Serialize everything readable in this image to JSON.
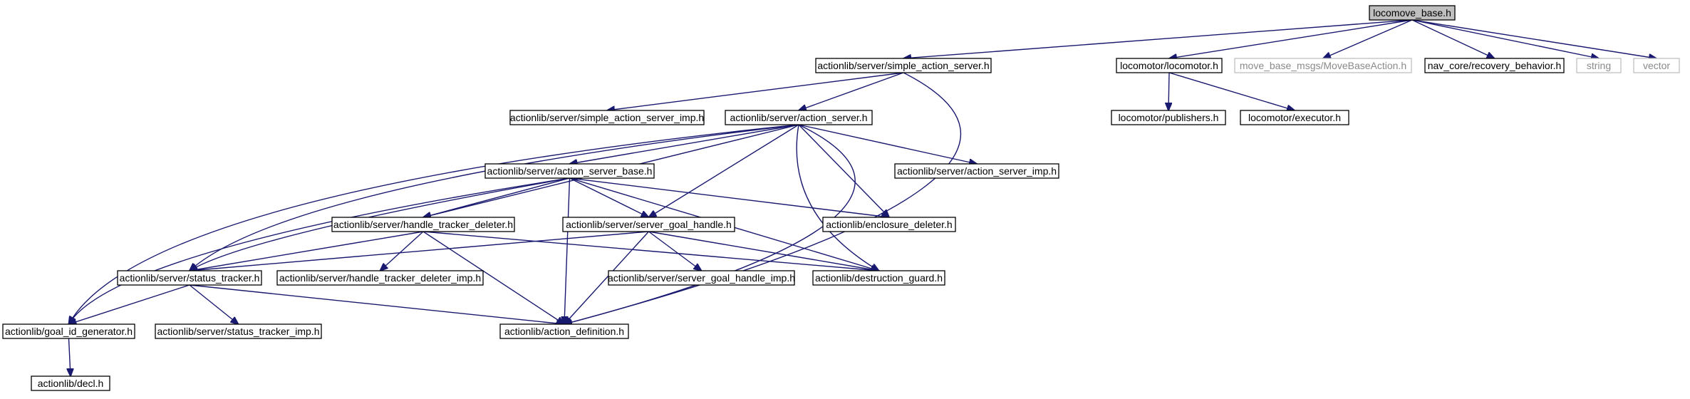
{
  "colors": {
    "edge": "#191970",
    "root_fill": "#bfbfbf",
    "node_border": "#000000",
    "external_border": "#bfbfbf",
    "external_text": "#8a8a8a"
  },
  "nodes": [
    {
      "id": "locomove_base_h",
      "label": "locomove_base.h",
      "kind": "root"
    },
    {
      "id": "simple_action_server_h",
      "label": "actionlib/server/simple_action_server.h",
      "kind": "normal"
    },
    {
      "id": "locomotor_h",
      "label": "locomotor/locomotor.h",
      "kind": "normal"
    },
    {
      "id": "move_base_action_h",
      "label": "move_base_msgs/MoveBaseAction.h",
      "kind": "external"
    },
    {
      "id": "recovery_behavior_h",
      "label": "nav_core/recovery_behavior.h",
      "kind": "normal"
    },
    {
      "id": "string",
      "label": "string",
      "kind": "external"
    },
    {
      "id": "vector",
      "label": "vector",
      "kind": "external"
    },
    {
      "id": "simple_action_server_imp_h",
      "label": "actionlib/server/simple_action_server_imp.h",
      "kind": "normal"
    },
    {
      "id": "action_server_h",
      "label": "actionlib/server/action_server.h",
      "kind": "normal"
    },
    {
      "id": "publishers_h",
      "label": "locomotor/publishers.h",
      "kind": "normal"
    },
    {
      "id": "executor_h",
      "label": "locomotor/executor.h",
      "kind": "normal"
    },
    {
      "id": "action_server_base_h",
      "label": "actionlib/server/action_server_base.h",
      "kind": "normal"
    },
    {
      "id": "action_server_imp_h",
      "label": "actionlib/server/action_server_imp.h",
      "kind": "normal"
    },
    {
      "id": "handle_tracker_deleter_h",
      "label": "actionlib/server/handle_tracker_deleter.h",
      "kind": "normal"
    },
    {
      "id": "server_goal_handle_h",
      "label": "actionlib/server/server_goal_handle.h",
      "kind": "normal"
    },
    {
      "id": "enclosure_deleter_h",
      "label": "actionlib/enclosure_deleter.h",
      "kind": "normal"
    },
    {
      "id": "status_tracker_h",
      "label": "actionlib/server/status_tracker.h",
      "kind": "normal"
    },
    {
      "id": "handle_tracker_deleter_imp_h",
      "label": "actionlib/server/handle_tracker_deleter_imp.h",
      "kind": "normal"
    },
    {
      "id": "server_goal_handle_imp_h",
      "label": "actionlib/server/server_goal_handle_imp.h",
      "kind": "normal"
    },
    {
      "id": "destruction_guard_h",
      "label": "actionlib/destruction_guard.h",
      "kind": "normal"
    },
    {
      "id": "goal_id_generator_h",
      "label": "actionlib/goal_id_generator.h",
      "kind": "normal"
    },
    {
      "id": "status_tracker_imp_h",
      "label": "actionlib/server/status_tracker_imp.h",
      "kind": "normal"
    },
    {
      "id": "action_definition_h",
      "label": "actionlib/action_definition.h",
      "kind": "normal"
    },
    {
      "id": "decl_h",
      "label": "actionlib/decl.h",
      "kind": "normal"
    }
  ],
  "edges": [
    {
      "from": "locomove_base_h",
      "to": "simple_action_server_h"
    },
    {
      "from": "locomove_base_h",
      "to": "locomotor_h"
    },
    {
      "from": "locomove_base_h",
      "to": "move_base_action_h"
    },
    {
      "from": "locomove_base_h",
      "to": "recovery_behavior_h"
    },
    {
      "from": "locomove_base_h",
      "to": "string"
    },
    {
      "from": "locomove_base_h",
      "to": "vector"
    },
    {
      "from": "simple_action_server_h",
      "to": "simple_action_server_imp_h"
    },
    {
      "from": "simple_action_server_h",
      "to": "action_server_h"
    },
    {
      "from": "simple_action_server_h",
      "to": "action_definition_h"
    },
    {
      "from": "locomotor_h",
      "to": "publishers_h"
    },
    {
      "from": "locomotor_h",
      "to": "executor_h"
    },
    {
      "from": "action_server_h",
      "to": "action_server_base_h"
    },
    {
      "from": "action_server_h",
      "to": "action_server_imp_h"
    },
    {
      "from": "action_server_h",
      "to": "handle_tracker_deleter_h"
    },
    {
      "from": "action_server_h",
      "to": "server_goal_handle_h"
    },
    {
      "from": "action_server_h",
      "to": "enclosure_deleter_h"
    },
    {
      "from": "action_server_h",
      "to": "destruction_guard_h"
    },
    {
      "from": "action_server_h",
      "to": "status_tracker_h"
    },
    {
      "from": "action_server_h",
      "to": "goal_id_generator_h"
    },
    {
      "from": "action_server_h",
      "to": "action_definition_h"
    },
    {
      "from": "action_server_base_h",
      "to": "handle_tracker_deleter_h"
    },
    {
      "from": "action_server_base_h",
      "to": "server_goal_handle_h"
    },
    {
      "from": "action_server_base_h",
      "to": "enclosure_deleter_h"
    },
    {
      "from": "action_server_base_h",
      "to": "destruction_guard_h"
    },
    {
      "from": "action_server_base_h",
      "to": "status_tracker_h"
    },
    {
      "from": "action_server_base_h",
      "to": "goal_id_generator_h"
    },
    {
      "from": "action_server_base_h",
      "to": "action_definition_h"
    },
    {
      "from": "handle_tracker_deleter_h",
      "to": "status_tracker_h"
    },
    {
      "from": "handle_tracker_deleter_h",
      "to": "handle_tracker_deleter_imp_h"
    },
    {
      "from": "handle_tracker_deleter_h",
      "to": "destruction_guard_h"
    },
    {
      "from": "handle_tracker_deleter_h",
      "to": "action_definition_h"
    },
    {
      "from": "server_goal_handle_h",
      "to": "status_tracker_h"
    },
    {
      "from": "server_goal_handle_h",
      "to": "server_goal_handle_imp_h"
    },
    {
      "from": "server_goal_handle_h",
      "to": "destruction_guard_h"
    },
    {
      "from": "server_goal_handle_h",
      "to": "action_definition_h"
    },
    {
      "from": "status_tracker_h",
      "to": "goal_id_generator_h"
    },
    {
      "from": "status_tracker_h",
      "to": "status_tracker_imp_h"
    },
    {
      "from": "status_tracker_h",
      "to": "action_definition_h"
    },
    {
      "from": "goal_id_generator_h",
      "to": "decl_h"
    }
  ]
}
